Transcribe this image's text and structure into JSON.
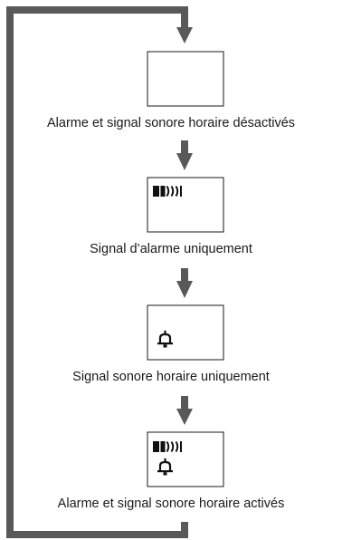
{
  "diagram": {
    "states": [
      {
        "caption": "Alarme et signal sonore horaire désactivés",
        "alarm_indicator": false,
        "chime_indicator": false
      },
      {
        "caption": "Signal d’alarme uniquement",
        "alarm_indicator": true,
        "chime_indicator": false
      },
      {
        "caption": "Signal sonore horaire uniquement",
        "alarm_indicator": false,
        "chime_indicator": true
      },
      {
        "caption": "Alarme et signal sonore horaire activés",
        "alarm_indicator": true,
        "chime_indicator": true
      }
    ],
    "icons": {
      "alarm": "alarm-signal-icon",
      "chime": "bell-icon"
    },
    "colors": {
      "line": "#595959",
      "box_border": "#1a1a1a",
      "icon": "#111111"
    }
  }
}
